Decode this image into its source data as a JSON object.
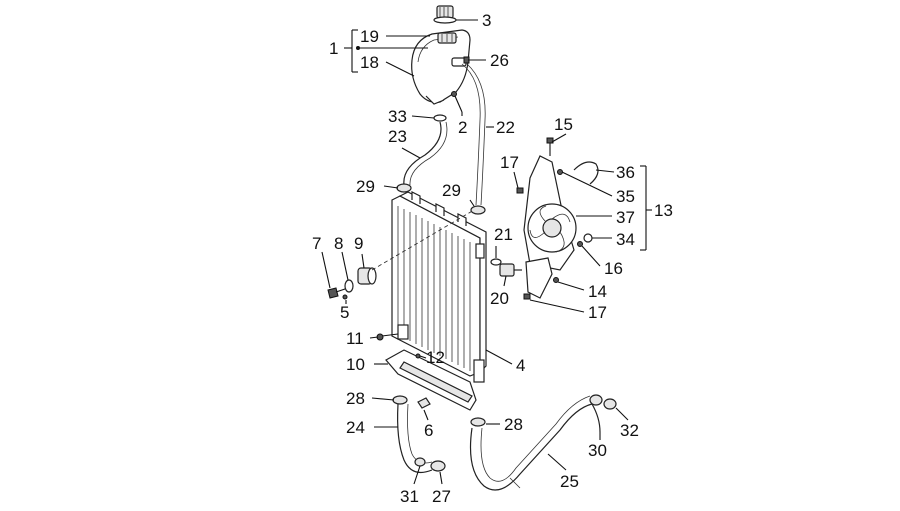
{
  "labels": {
    "p1": "1",
    "p2": "2",
    "p3": "3",
    "p4": "4",
    "p5": "5",
    "p6": "6",
    "p7": "7",
    "p8": "8",
    "p9": "9",
    "p10": "10",
    "p11": "11",
    "p12": "12",
    "p13": "13",
    "p14": "14",
    "p15": "15",
    "p16": "16",
    "p17a": "17",
    "p17b": "17",
    "p18": "18",
    "p19": "19",
    "p20": "20",
    "p21": "21",
    "p22": "22",
    "p23": "23",
    "p24": "24",
    "p25": "25",
    "p26": "26",
    "p27": "27",
    "p28a": "28",
    "p28b": "28",
    "p29a": "29",
    "p29b": "29",
    "p30": "30",
    "p31": "31",
    "p32": "32",
    "p33": "33",
    "p34": "34",
    "p35": "35",
    "p36": "36",
    "p37": "37"
  }
}
